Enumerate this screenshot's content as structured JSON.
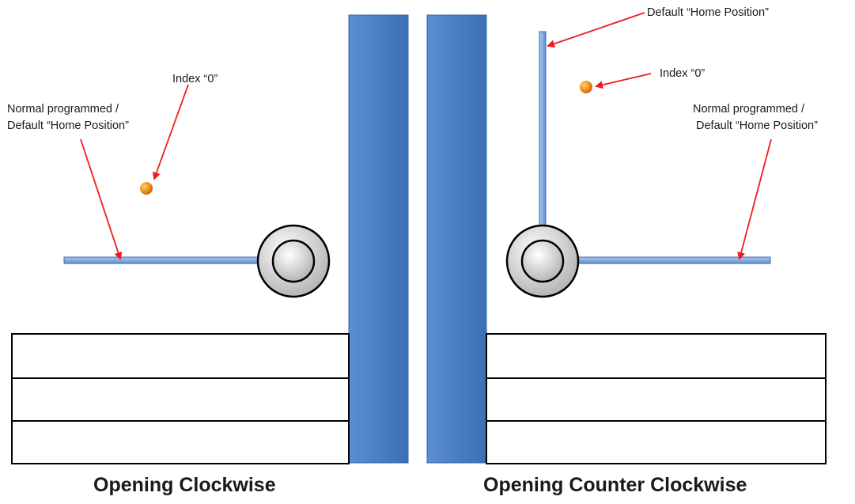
{
  "left": {
    "caption": "Opening Clockwise",
    "home_label_line1": "Normal programmed /",
    "home_label_line2": "Default “Home Position”",
    "index_label": "Index  “0”"
  },
  "right": {
    "caption": "Opening Counter Clockwise",
    "default_home_label": "Default “Home Position”",
    "index_label": "Index  “0”",
    "home_label_line1": "Normal programmed /",
    "home_label_line2": "Default “Home Position”"
  },
  "colors": {
    "door_blue": "#4a7fc4",
    "arm_blue": "#7aa8e0",
    "arrow_red": "#ee1c1c",
    "index_orange": "#f28c1e",
    "hub_gray": "#c8c8c8"
  }
}
